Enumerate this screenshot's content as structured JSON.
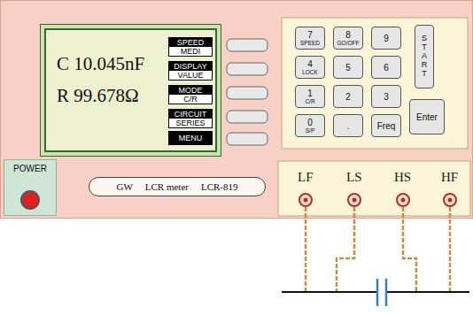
{
  "diagram": {
    "nodes": [
      {
        "text": [
          "C 10.045nF",
          "R 99.678Ω"
        ]
      },
      {
        "text": [
          "SPEED",
          "MEDI"
        ],
        "in": 0
      },
      {
        "text": [
          "DISPLAY",
          "VALUE"
        ],
        "in": 0
      },
      {
        "text": [
          "MODE",
          "C/R"
        ],
        "in": 0
      },
      {
        "text": [
          "CIRCUIT",
          "SERIES"
        ],
        "in": 0
      },
      {
        "text": [
          "MENU"
        ],
        "in": 0
      },
      {
        "text": [
          "7",
          "SPEED"
        ]
      },
      {
        "text": [
          "8",
          "GO/OFF"
        ]
      },
      {
        "text": [
          "9"
        ]
      },
      {
        "text": [
          "4",
          "LOCK"
        ]
      },
      {
        "text": [
          "5"
        ]
      },
      {
        "text": [
          "6"
        ]
      },
      {
        "text": [
          "1",
          "C/R"
        ]
      },
      {
        "text": [
          "2"
        ]
      },
      {
        "text": [
          "3"
        ]
      },
      {
        "text": [
          "0",
          "S/P"
        ]
      },
      {
        "text": [
          "."
        ]
      },
      {
        "text": [
          "Freq"
        ]
      },
      {
        "text": [
          "START"
        ]
      },
      {
        "text": [
          "Enter"
        ]
      },
      {
        "text": [
          "POWER"
        ]
      },
      {
        "text": [
          "GW",
          "LCR meter",
          "LCR-819"
        ]
      }
    ],
    "labels": [
      "LF",
      "LS",
      "HS",
      "HF"
    ]
  }
}
